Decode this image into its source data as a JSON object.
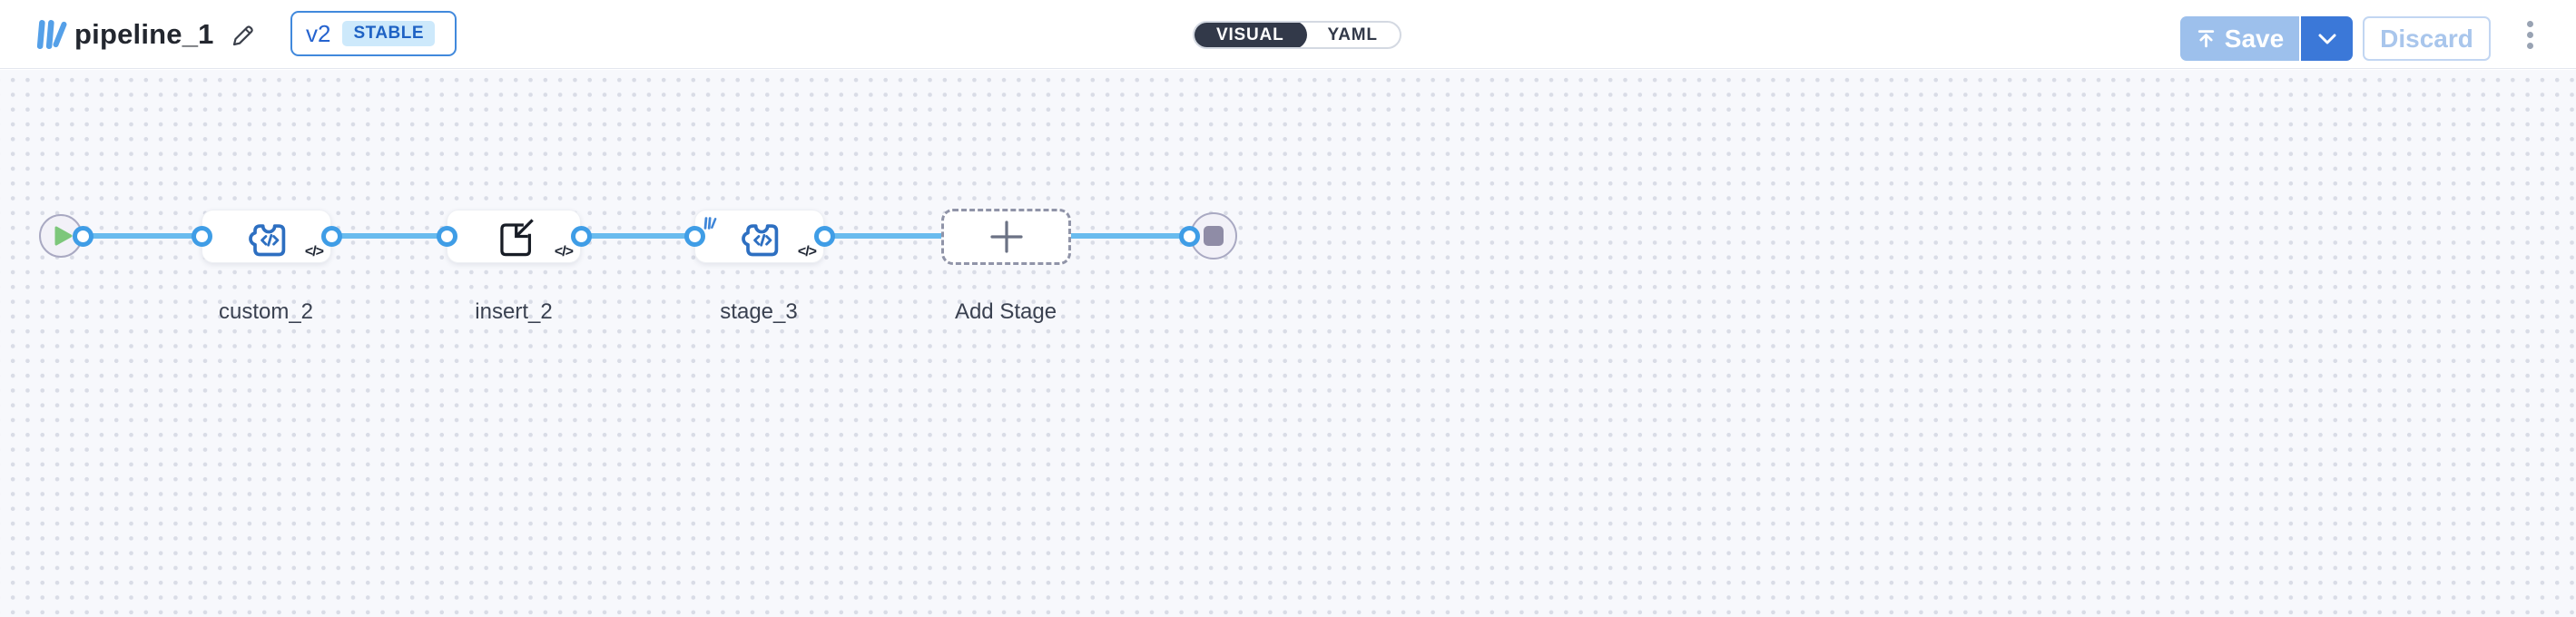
{
  "header": {
    "title": "pipeline_1",
    "version": {
      "label": "v2",
      "status": "STABLE"
    },
    "modes": [
      {
        "label": "VISUAL",
        "active": true
      },
      {
        "label": "YAML",
        "active": false
      }
    ],
    "actions": {
      "save": "Save",
      "discard": "Discard"
    }
  },
  "canvas": {
    "code_badge": "</>",
    "nodes": [
      {
        "id": "start",
        "type": "input",
        "icon": "play-icon"
      },
      {
        "id": "custom_2",
        "type": "stage",
        "label": "custom_2",
        "icon": "puzzle-code-icon"
      },
      {
        "id": "insert_2",
        "type": "stage",
        "label": "insert_2",
        "icon": "insert-icon"
      },
      {
        "id": "stage_3",
        "type": "stage",
        "label": "stage_3",
        "icon": "puzzle-code-icon",
        "marker": "pipeline-logo-icon"
      },
      {
        "id": "add_stage",
        "type": "add",
        "label": "Add Stage",
        "icon": "plus-icon"
      },
      {
        "id": "end",
        "type": "output",
        "icon": "stop-icon"
      }
    ]
  },
  "colors": {
    "accent_blue": "#3b78d8",
    "connector_blue": "#69bbee",
    "port_blue": "#3f9de6",
    "node_icon_blue": "#2d6fc1",
    "version_badge_bg": "#cde9fb",
    "version_badge_text": "#1e62c4",
    "toggle_dark": "#323949",
    "play_green": "#7dc77b",
    "stop_gray": "#8f8ca6",
    "canvas_bg": "#f7f8fc"
  }
}
